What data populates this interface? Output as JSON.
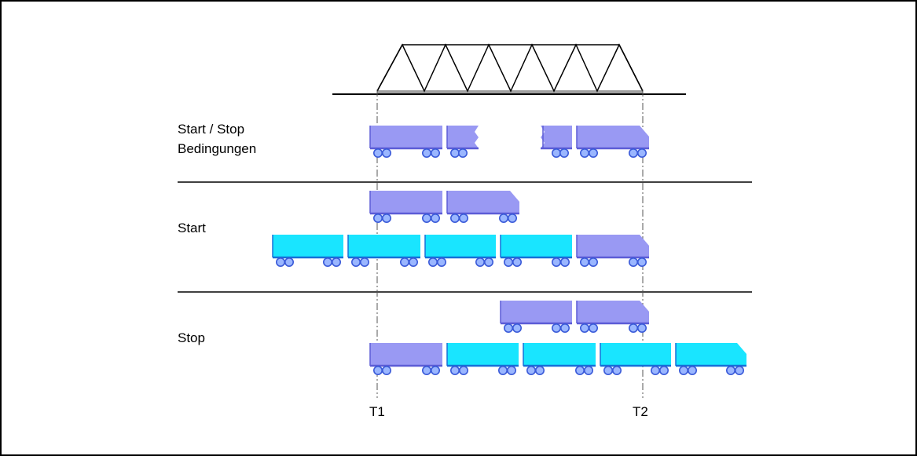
{
  "labels": {
    "section_conditions_line1": "Start / Stop",
    "section_conditions_line2": "Bedingungen",
    "section_start": "Start",
    "section_stop": "Stop",
    "time_t1": "T1",
    "time_t2": "T2"
  },
  "colors": {
    "frame": "#000000",
    "bridge": "#000000",
    "bridge_deck": "#a0a0a0",
    "wagon_purple": "#9999f3",
    "wagon_purple_edge": "#5c5cd6",
    "wagon_cyan": "#19e5ff",
    "wagon_cyan_edge": "#1570d8",
    "wheel_fill": "#9ab6ff",
    "wheel_edge": "#3a5ad8"
  }
}
